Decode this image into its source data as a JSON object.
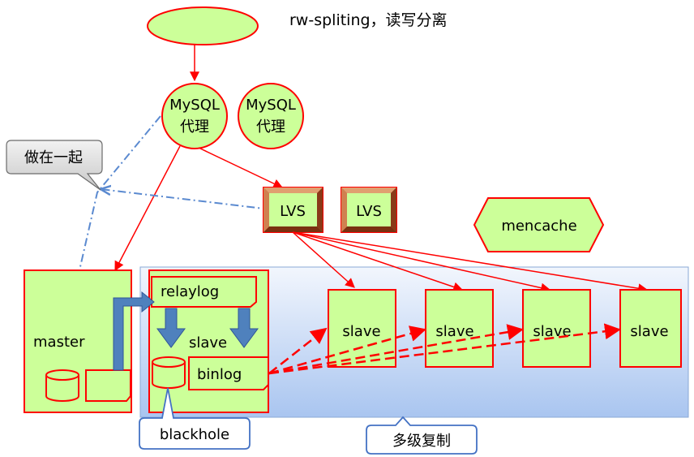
{
  "title": "rw-spliting，读写分离",
  "proxies": [
    {
      "line1": "MySQL",
      "line2": "代理"
    },
    {
      "line1": "MySQL",
      "line2": "代理"
    }
  ],
  "callout_together": "做在一起",
  "lvs": [
    "LVS",
    "LVS"
  ],
  "cache": "mencache",
  "master_label": "master",
  "relay_box": {
    "relaylog": "relaylog",
    "slave": "slave",
    "binlog": "binlog"
  },
  "slaves": [
    "slave",
    "slave",
    "slave",
    "slave"
  ],
  "callout_blackhole": "blackhole",
  "callout_multilevel": "多级复制",
  "colors": {
    "node_fill": "#ccff99",
    "node_border": "#ff0000",
    "lvs_fill": "#b45a2a",
    "replication_panel": "#bcd4f5",
    "block_arrow": "#4f81bd",
    "dashdot_line": "#5b8ad0",
    "callout_border": "#4472c4"
  }
}
